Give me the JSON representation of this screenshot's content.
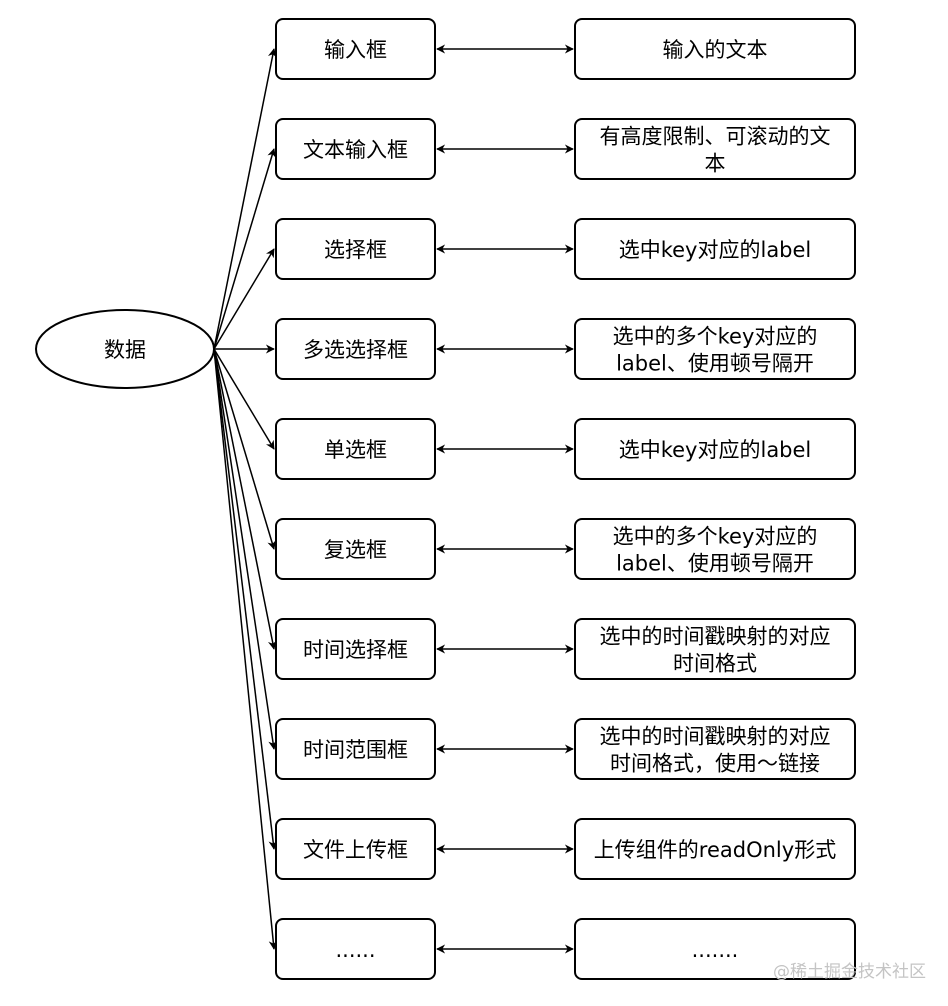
{
  "root": {
    "label": "数据"
  },
  "rows": [
    {
      "control": "输入框",
      "display": [
        "输入的文本"
      ]
    },
    {
      "control": "文本输入框",
      "display": [
        "有高度限制、可滚动的文",
        "本"
      ]
    },
    {
      "control": "选择框",
      "display": [
        "选中key对应的label"
      ]
    },
    {
      "control": "多选选择框",
      "display": [
        "选中的多个key对应的",
        "label、使用顿号隔开"
      ]
    },
    {
      "control": "单选框",
      "display": [
        "选中key对应的label"
      ]
    },
    {
      "control": "复选框",
      "display": [
        "选中的多个key对应的",
        "label、使用顿号隔开"
      ]
    },
    {
      "control": "时间选择框",
      "display": [
        "选中的时间戳映射的对应",
        "时间格式"
      ]
    },
    {
      "control": "时间范围框",
      "display": [
        "选中的时间戳映射的对应",
        "时间格式，使用～链接"
      ]
    },
    {
      "control": "文件上传框",
      "display": [
        "上传组件的readOnly形式"
      ]
    },
    {
      "control": "......",
      "display": [
        "......."
      ]
    }
  ],
  "watermark": "@稀土掘金技术社区",
  "colors": {
    "stroke": "#000000",
    "fill": "#ffffff",
    "watermark": "#c4c4c4"
  }
}
